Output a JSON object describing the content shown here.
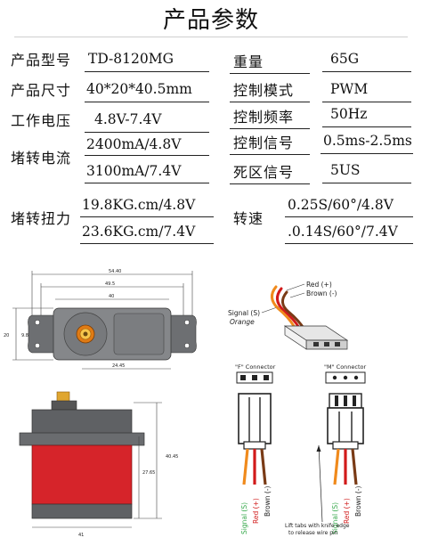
{
  "page": {
    "title": "产品参数"
  },
  "specs_left": [
    {
      "label": "产品型号",
      "value": "TD-8120MG"
    },
    {
      "label": "产品尺寸",
      "value": "40*20*40.5mm"
    },
    {
      "label": "工作电压",
      "value": "4.8V-7.4V"
    },
    {
      "label": "堵转电流",
      "values": [
        "2400mA/4.8V",
        "3100mA/7.4V"
      ]
    },
    {
      "label": "堵转扭力",
      "values": [
        "19.8KG.cm/4.8V",
        "23.6KG.cm/7.4V"
      ]
    }
  ],
  "specs_right": [
    {
      "label": "重量",
      "value": "65G"
    },
    {
      "label": "控制模式",
      "value": "PWM"
    },
    {
      "label": "控制频率",
      "value": "50Hz"
    },
    {
      "label": "控制信号",
      "value": "0.5ms-2.5ms"
    },
    {
      "label": "死区信号",
      "value": "5US"
    },
    {
      "label": "转速",
      "values": [
        "0.25S/60°/4.8V",
        ".0.14S/60°/7.4V"
      ]
    }
  ],
  "dimension_drawing": {
    "dims": [
      "54.40",
      "49.5",
      "40",
      "20",
      "9.8",
      "24.45",
      "40.45",
      "27.65",
      "41"
    ]
  },
  "connector_diagram": {
    "wires": {
      "red": "Red (+)",
      "brown": "Brown (-)",
      "signal": "Signal (S)",
      "orange": "Orange"
    },
    "f_connector_label": "\"F\" Connector",
    "m_connector_label": "\"M\" Connector",
    "f_wires": [
      "Signal (S)",
      "Red (+)",
      "Brown (-)"
    ],
    "m_wires": [
      "Signal (S)",
      "Red (+)",
      "Brown (-)"
    ],
    "note_lines": [
      "Lift tabs with knife edge",
      "to release wire pin"
    ],
    "colors": {
      "brown": "#7a3b16",
      "red": "#d11a1a",
      "orange": "#f08a1c",
      "signal_text": "#35a84a"
    }
  }
}
